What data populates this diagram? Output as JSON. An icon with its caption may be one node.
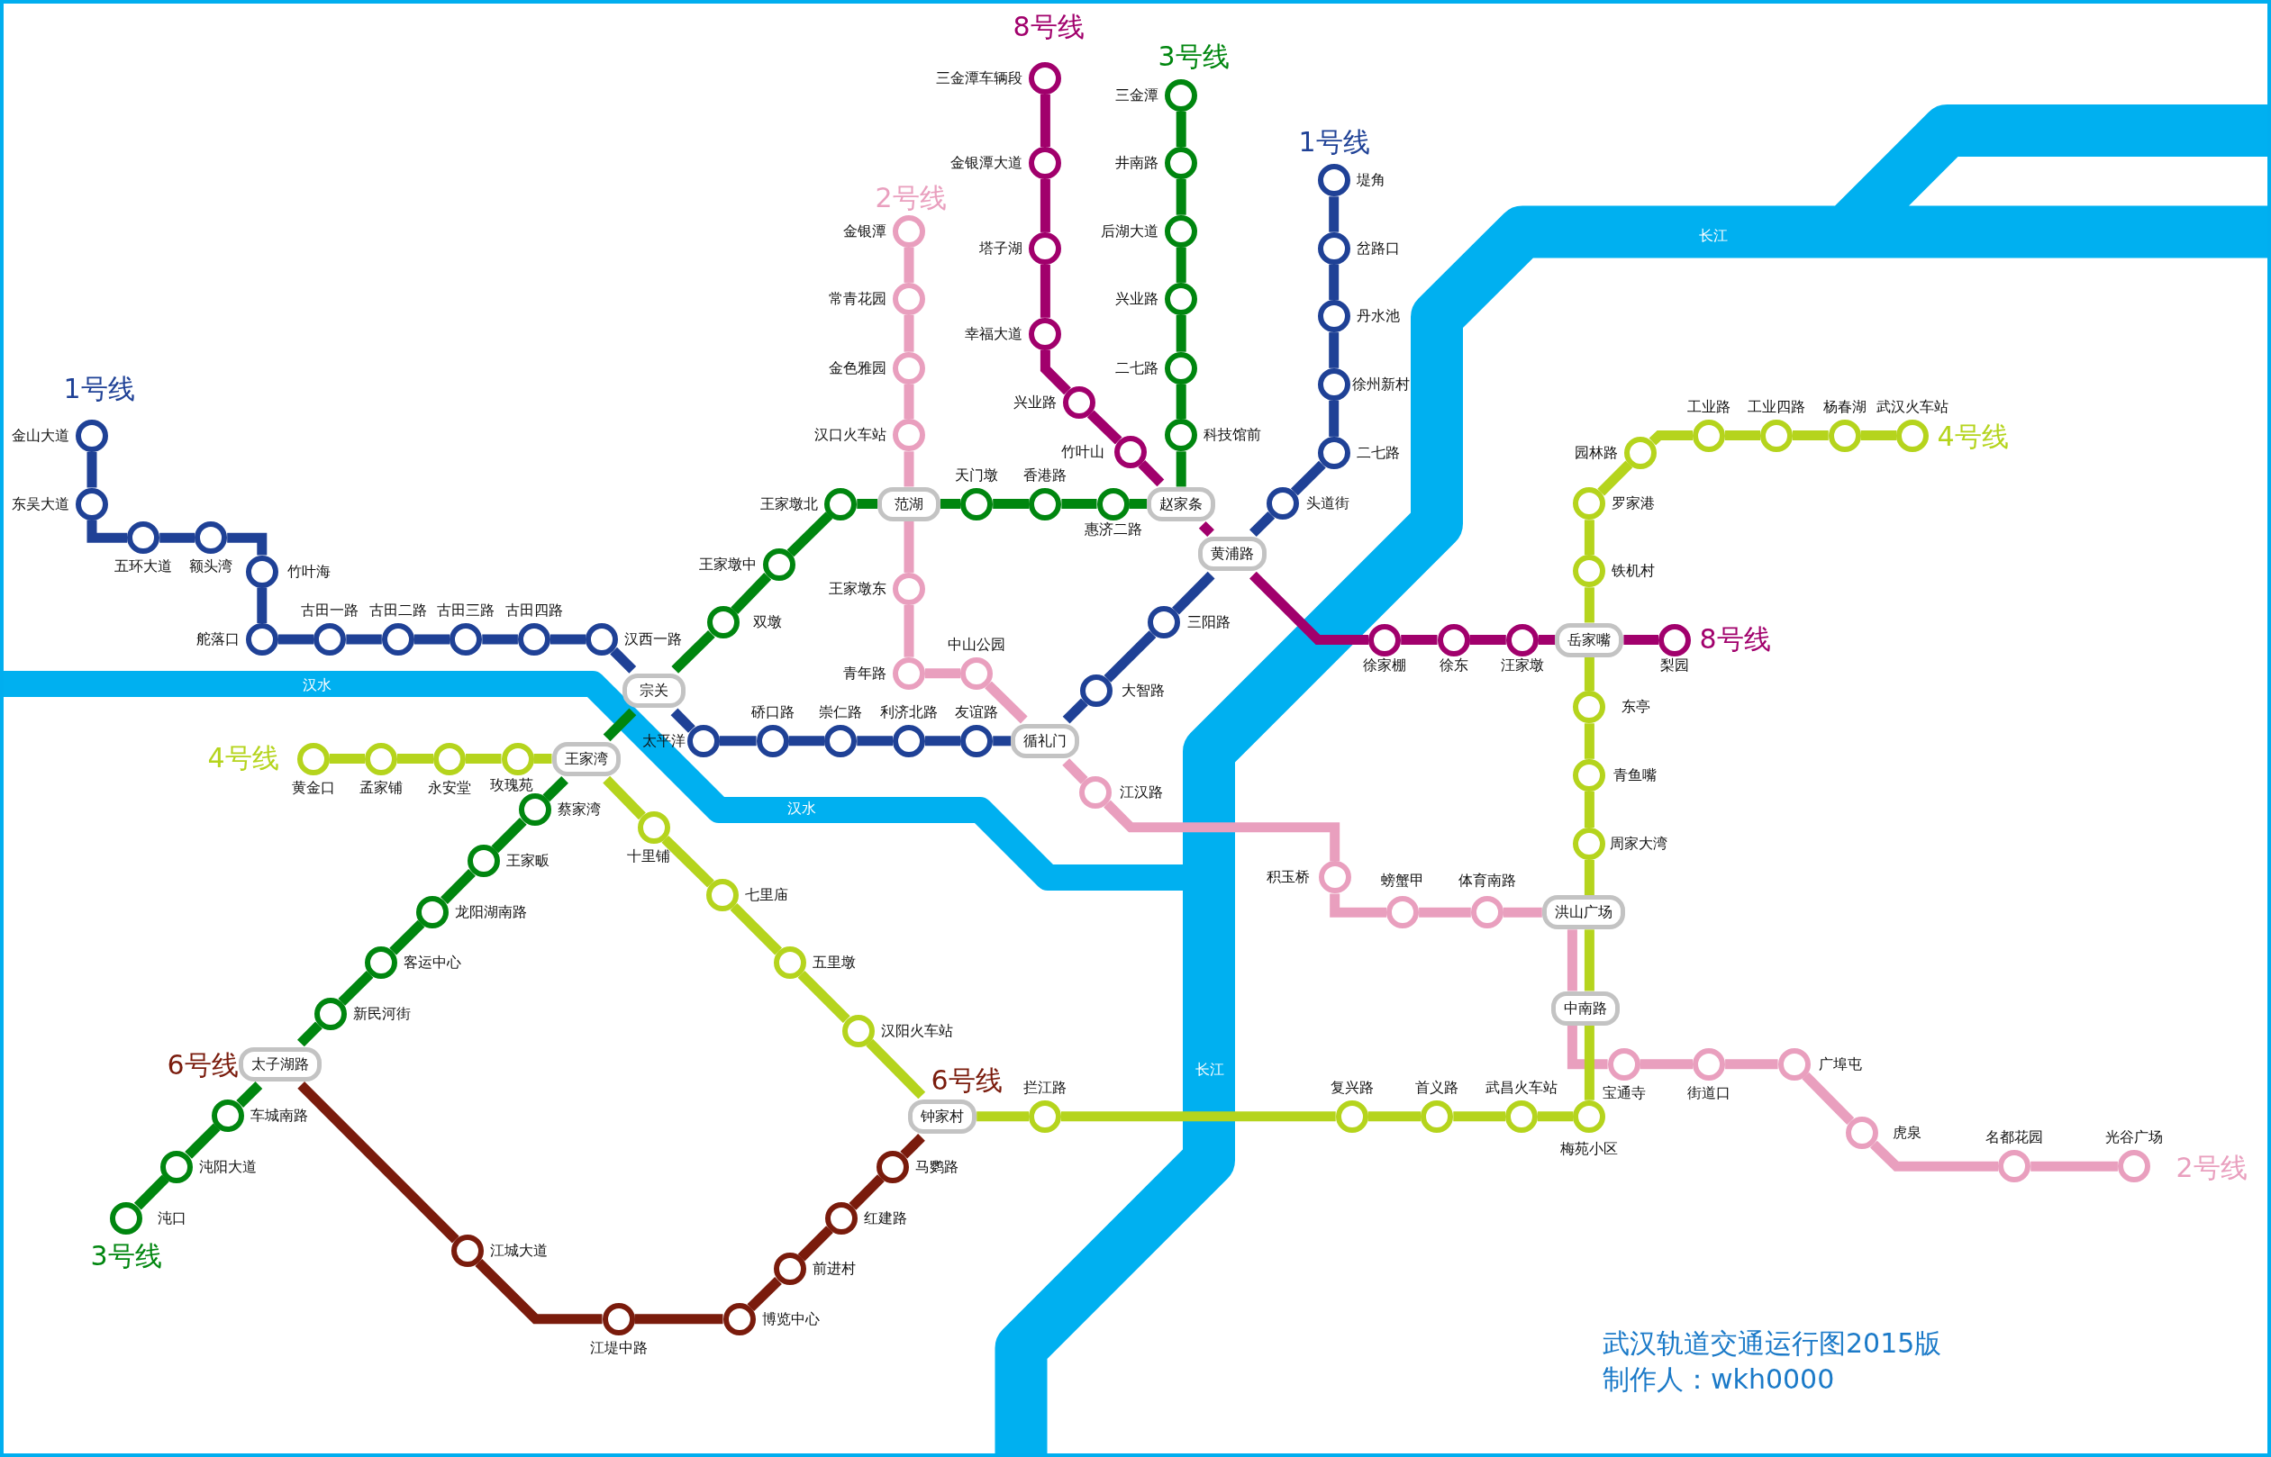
{
  "diagram": {
    "title": "武汉轨道交通运行图2015版",
    "nodes": [
      {
        "text": [],
        "shape": "circle",
        "beside": [
          "金山大道"
        ]
      },
      {
        "text": [],
        "shape": "circle",
        "beside": [
          "东吴大道"
        ]
      },
      {
        "text": [],
        "shape": "circle",
        "beside": [
          "五环大道"
        ]
      },
      {
        "text": [],
        "shape": "circle",
        "beside": [
          "额头湾"
        ]
      },
      {
        "text": [],
        "shape": "circle",
        "beside": [
          "竹叶海"
        ]
      },
      {
        "text": [],
        "shape": "circle",
        "beside": [
          "舵落口"
        ]
      },
      {
        "text": [],
        "shape": "circle",
        "beside": [
          "古田一路"
        ]
      },
      {
        "text": [],
        "shape": "circle",
        "beside": [
          "古田二路"
        ]
      },
      {
        "text": [],
        "shape": "circle",
        "beside": [
          "古田三路"
        ]
      },
      {
        "text": [],
        "shape": "circle",
        "beside": [
          "古田四路"
        ]
      },
      {
        "text": [],
        "shape": "circle",
        "beside": [
          "汉西一路"
        ]
      },
      {
        "text": [
          "宗关"
        ]
      },
      {
        "text": [],
        "shape": "circle",
        "beside": [
          "太平洋"
        ]
      },
      {
        "text": [],
        "shape": "circle",
        "beside": [
          "硚口路"
        ]
      },
      {
        "text": [],
        "shape": "circle",
        "beside": [
          "崇仁路"
        ]
      },
      {
        "text": [],
        "shape": "circle",
        "beside": [
          "利济北路"
        ]
      },
      {
        "text": [],
        "shape": "circle",
        "beside": [
          "友谊路"
        ]
      },
      {
        "text": [
          "循礼门"
        ]
      },
      {
        "text": [],
        "shape": "circle",
        "beside": [
          "大智路"
        ]
      },
      {
        "text": [],
        "shape": "circle",
        "beside": [
          "三阳路"
        ]
      },
      {
        "text": [
          "黄浦路"
        ]
      },
      {
        "text": [],
        "shape": "circle",
        "beside": [
          "头道街"
        ]
      },
      {
        "text": [],
        "shape": "circle",
        "beside": [
          "二七路"
        ]
      },
      {
        "text": [],
        "shape": "circle",
        "beside": [
          "徐州新村"
        ]
      },
      {
        "text": [],
        "shape": "circle",
        "beside": [
          "丹水池"
        ]
      },
      {
        "text": [],
        "shape": "circle",
        "beside": [
          "岔路口"
        ]
      },
      {
        "text": [],
        "shape": "circle",
        "beside": [
          "堤角"
        ]
      },
      {
        "text": [],
        "shape": "circle",
        "beside": [
          "金银潭"
        ]
      },
      {
        "text": [],
        "shape": "circle",
        "beside": [
          "常青花园"
        ]
      },
      {
        "text": [],
        "shape": "circle",
        "beside": [
          "金色雅园"
        ]
      },
      {
        "text": [],
        "shape": "circle",
        "beside": [
          "汉口火车站"
        ]
      },
      {
        "text": [
          "范湖"
        ]
      },
      {
        "text": [],
        "shape": "circle",
        "beside": [
          "王家墩东"
        ]
      },
      {
        "text": [],
        "shape": "circle",
        "beside": [
          "青年路"
        ]
      },
      {
        "text": [],
        "shape": "circle",
        "beside": [
          "中山公园"
        ]
      },
      {
        "text": [],
        "shape": "circle",
        "beside": [
          "江汉路"
        ]
      },
      {
        "text": [],
        "shape": "circle",
        "beside": [
          "积玉桥"
        ]
      },
      {
        "text": [],
        "shape": "circle",
        "beside": [
          "螃蟹甲"
        ]
      },
      {
        "text": [],
        "shape": "circle",
        "beside": [
          "体育南路"
        ]
      },
      {
        "text": [
          "洪山广场"
        ]
      },
      {
        "text": [
          "中南路"
        ]
      },
      {
        "text": [],
        "shape": "circle",
        "beside": [
          "宝通寺"
        ]
      },
      {
        "text": [],
        "shape": "circle",
        "beside": [
          "街道口"
        ]
      },
      {
        "text": [],
        "shape": "circle",
        "beside": [
          "广埠屯"
        ]
      },
      {
        "text": [],
        "shape": "circle",
        "beside": [
          "虎泉"
        ]
      },
      {
        "text": [],
        "shape": "circle",
        "beside": [
          "名都花园"
        ]
      },
      {
        "text": [],
        "shape": "circle",
        "beside": [
          "光谷广场"
        ]
      },
      {
        "text": [],
        "shape": "circle",
        "beside": [
          "三金潭"
        ]
      },
      {
        "text": [],
        "shape": "circle",
        "beside": [
          "井南路"
        ]
      },
      {
        "text": [],
        "shape": "circle",
        "beside": [
          "后湖大道"
        ]
      },
      {
        "text": [],
        "shape": "circle",
        "beside": [
          "兴业路"
        ]
      },
      {
        "text": [],
        "shape": "circle",
        "beside": [
          "二七路"
        ]
      },
      {
        "text": [],
        "shape": "circle",
        "beside": [
          "科技馆前"
        ]
      },
      {
        "text": [
          "赵家条"
        ]
      },
      {
        "text": [],
        "shape": "circle",
        "beside": [
          "惠济二路"
        ]
      },
      {
        "text": [],
        "shape": "circle",
        "beside": [
          "香港路"
        ]
      },
      {
        "text": [],
        "shape": "circle",
        "beside": [
          "天门墩"
        ]
      },
      {
        "text": [],
        "shape": "circle",
        "beside": [
          "王家墩北"
        ]
      },
      {
        "text": [],
        "shape": "circle",
        "beside": [
          "王家墩中"
        ]
      },
      {
        "text": [],
        "shape": "circle",
        "beside": [
          "双墩"
        ]
      },
      {
        "text": [
          "王家湾"
        ]
      },
      {
        "text": [],
        "shape": "circle",
        "beside": [
          "蔡家湾"
        ]
      },
      {
        "text": [],
        "shape": "circle",
        "beside": [
          "王家畈"
        ]
      },
      {
        "text": [],
        "shape": "circle",
        "beside": [
          "龙阳湖南路"
        ]
      },
      {
        "text": [],
        "shape": "circle",
        "beside": [
          "客运中心"
        ]
      },
      {
        "text": [],
        "shape": "circle",
        "beside": [
          "新民河街"
        ]
      },
      {
        "text": [
          "太子湖路"
        ]
      },
      {
        "text": [],
        "shape": "circle",
        "beside": [
          "车城南路"
        ]
      },
      {
        "text": [],
        "shape": "circle",
        "beside": [
          "沌阳大道"
        ]
      },
      {
        "text": [],
        "shape": "circle",
        "beside": [
          "沌口"
        ]
      },
      {
        "text": [],
        "shape": "circle",
        "beside": [
          "黄金口"
        ]
      },
      {
        "text": [],
        "shape": "circle",
        "beside": [
          "孟家铺"
        ]
      },
      {
        "text": [],
        "shape": "circle",
        "beside": [
          "永安堂"
        ]
      },
      {
        "text": [],
        "shape": "circle",
        "beside": [
          "玫瑰苑"
        ]
      },
      {
        "text": [],
        "shape": "circle",
        "beside": [
          "十里铺"
        ]
      },
      {
        "text": [],
        "shape": "circle",
        "beside": [
          "七里庙"
        ]
      },
      {
        "text": [],
        "shape": "circle",
        "beside": [
          "五里墩"
        ]
      },
      {
        "text": [],
        "shape": "circle",
        "beside": [
          "汉阳火车站"
        ]
      },
      {
        "text": [
          "钟家村"
        ]
      },
      {
        "text": [],
        "shape": "circle",
        "beside": [
          "拦江路"
        ]
      },
      {
        "text": [],
        "shape": "circle",
        "beside": [
          "复兴路"
        ]
      },
      {
        "text": [],
        "shape": "circle",
        "beside": [
          "首义路"
        ]
      },
      {
        "text": [],
        "shape": "circle",
        "beside": [
          "武昌火车站"
        ]
      },
      {
        "text": [],
        "shape": "circle",
        "beside": [
          "梅苑小区"
        ]
      },
      {
        "text": [],
        "shape": "circle",
        "beside": [
          "周家大湾"
        ]
      },
      {
        "text": [],
        "shape": "circle",
        "beside": [
          "青鱼嘴"
        ]
      },
      {
        "text": [],
        "shape": "circle",
        "beside": [
          "东亭"
        ]
      },
      {
        "text": [
          "岳家嘴"
        ]
      },
      {
        "text": [],
        "shape": "circle",
        "beside": [
          "铁机村"
        ]
      },
      {
        "text": [],
        "shape": "circle",
        "beside": [
          "罗家港"
        ]
      },
      {
        "text": [],
        "shape": "circle",
        "beside": [
          "园林路"
        ]
      },
      {
        "text": [],
        "shape": "circle",
        "beside": [
          "工业路"
        ]
      },
      {
        "text": [],
        "shape": "circle",
        "beside": [
          "工业四路"
        ]
      },
      {
        "text": [],
        "shape": "circle",
        "beside": [
          "杨春湖"
        ]
      },
      {
        "text": [],
        "shape": "circle",
        "beside": [
          "武汉火车站"
        ]
      },
      {
        "text": [],
        "shape": "circle",
        "beside": [
          "江城大道"
        ]
      },
      {
        "text": [],
        "shape": "circle",
        "beside": [
          "江堤中路"
        ]
      },
      {
        "text": [],
        "shape": "circle",
        "beside": [
          "博览中心"
        ]
      },
      {
        "text": [],
        "shape": "circle",
        "beside": [
          "前进村"
        ]
      },
      {
        "text": [],
        "shape": "circle",
        "beside": [
          "红建路"
        ]
      },
      {
        "text": [],
        "shape": "circle",
        "beside": [
          "马鹦路"
        ]
      },
      {
        "text": [],
        "shape": "circle",
        "beside": [
          "三金潭车辆段"
        ]
      },
      {
        "text": [],
        "shape": "circle",
        "beside": [
          "金银潭大道"
        ]
      },
      {
        "text": [],
        "shape": "circle",
        "beside": [
          "塔子湖"
        ]
      },
      {
        "text": [],
        "shape": "circle",
        "beside": [
          "幸福大道"
        ]
      },
      {
        "text": [],
        "shape": "circle",
        "beside": [
          "兴业路"
        ]
      },
      {
        "text": [],
        "shape": "circle",
        "beside": [
          "竹叶山"
        ]
      },
      {
        "text": [],
        "shape": "circle",
        "beside": [
          "徐家棚"
        ]
      },
      {
        "text": [],
        "shape": "circle",
        "beside": [
          "徐东"
        ]
      },
      {
        "text": [],
        "shape": "circle",
        "beside": [
          "汪家墩"
        ]
      },
      {
        "text": [],
        "shape": "circle",
        "beside": [
          "梨园"
        ]
      }
    ],
    "edges": [
      {
        "from": 0,
        "to": 1,
        "arrow": "none",
        "color": "#1f4196"
      },
      {
        "from": 1,
        "to": 2,
        "arrow": "none",
        "color": "#1f4196"
      },
      {
        "from": 2,
        "to": 3,
        "arrow": "none",
        "color": "#1f4196"
      },
      {
        "from": 3,
        "to": 4,
        "arrow": "none",
        "color": "#1f4196"
      },
      {
        "from": 4,
        "to": 5,
        "arrow": "none",
        "color": "#1f4196"
      },
      {
        "from": 5,
        "to": 6,
        "arrow": "none",
        "color": "#1f4196"
      },
      {
        "from": 6,
        "to": 7,
        "arrow": "none",
        "color": "#1f4196"
      },
      {
        "from": 7,
        "to": 8,
        "arrow": "none",
        "color": "#1f4196"
      },
      {
        "from": 8,
        "to": 9,
        "arrow": "none",
        "color": "#1f4196"
      },
      {
        "from": 9,
        "to": 10,
        "arrow": "none",
        "color": "#1f4196"
      },
      {
        "from": 10,
        "to": 11,
        "arrow": "none",
        "color": "#1f4196"
      },
      {
        "from": 11,
        "to": 12,
        "arrow": "none",
        "color": "#1f4196"
      },
      {
        "from": 12,
        "to": 13,
        "arrow": "none",
        "color": "#1f4196"
      },
      {
        "from": 13,
        "to": 14,
        "arrow": "none",
        "color": "#1f4196"
      },
      {
        "from": 14,
        "to": 15,
        "arrow": "none",
        "color": "#1f4196"
      },
      {
        "from": 15,
        "to": 16,
        "arrow": "none",
        "color": "#1f4196"
      },
      {
        "from": 16,
        "to": 17,
        "arrow": "none",
        "color": "#1f4196"
      },
      {
        "from": 17,
        "to": 18,
        "arrow": "none",
        "color": "#1f4196"
      },
      {
        "from": 18,
        "to": 19,
        "arrow": "none",
        "color": "#1f4196"
      },
      {
        "from": 19,
        "to": 20,
        "arrow": "none",
        "color": "#1f4196"
      },
      {
        "from": 20,
        "to": 21,
        "arrow": "none",
        "color": "#1f4196"
      },
      {
        "from": 21,
        "to": 22,
        "arrow": "none",
        "color": "#1f4196"
      },
      {
        "from": 22,
        "to": 23,
        "arrow": "none",
        "color": "#1f4196"
      },
      {
        "from": 23,
        "to": 24,
        "arrow": "none",
        "color": "#1f4196"
      },
      {
        "from": 24,
        "to": 25,
        "arrow": "none",
        "color": "#1f4196"
      },
      {
        "from": 25,
        "to": 26,
        "arrow": "none",
        "color": "#1f4196"
      },
      {
        "from": 27,
        "to": 28,
        "arrow": "none",
        "color": "#e99fbe"
      },
      {
        "from": 28,
        "to": 29,
        "arrow": "none",
        "color": "#e99fbe"
      },
      {
        "from": 29,
        "to": 30,
        "arrow": "none",
        "color": "#e99fbe"
      },
      {
        "from": 30,
        "to": 31,
        "arrow": "none",
        "color": "#e99fbe"
      },
      {
        "from": 31,
        "to": 32,
        "arrow": "none",
        "color": "#e99fbe"
      },
      {
        "from": 32,
        "to": 33,
        "arrow": "none",
        "color": "#e99fbe"
      },
      {
        "from": 33,
        "to": 34,
        "arrow": "none",
        "color": "#e99fbe"
      },
      {
        "from": 34,
        "to": 17,
        "arrow": "none",
        "color": "#e99fbe"
      },
      {
        "from": 17,
        "to": 35,
        "arrow": "none",
        "color": "#e99fbe"
      },
      {
        "from": 35,
        "to": 36,
        "arrow": "none",
        "color": "#e99fbe"
      },
      {
        "from": 36,
        "to": 37,
        "arrow": "none",
        "color": "#e99fbe"
      },
      {
        "from": 37,
        "to": 38,
        "arrow": "none",
        "color": "#e99fbe"
      },
      {
        "from": 38,
        "to": 39,
        "arrow": "none",
        "color": "#e99fbe"
      },
      {
        "from": 39,
        "to": 40,
        "arrow": "none",
        "color": "#e99fbe"
      },
      {
        "from": 40,
        "to": 41,
        "arrow": "none",
        "color": "#e99fbe"
      },
      {
        "from": 41,
        "to": 42,
        "arrow": "none",
        "color": "#e99fbe"
      },
      {
        "from": 42,
        "to": 43,
        "arrow": "none",
        "color": "#e99fbe"
      },
      {
        "from": 43,
        "to": 44,
        "arrow": "none",
        "color": "#e99fbe"
      },
      {
        "from": 44,
        "to": 45,
        "arrow": "none",
        "color": "#e99fbe"
      },
      {
        "from": 45,
        "to": 46,
        "arrow": "none",
        "color": "#e99fbe"
      },
      {
        "from": 47,
        "to": 48,
        "arrow": "none",
        "color": "#00860f"
      },
      {
        "from": 48,
        "to": 49,
        "arrow": "none",
        "color": "#00860f"
      },
      {
        "from": 49,
        "to": 50,
        "arrow": "none",
        "color": "#00860f"
      },
      {
        "from": 50,
        "to": 51,
        "arrow": "none",
        "color": "#00860f"
      },
      {
        "from": 51,
        "to": 52,
        "arrow": "none",
        "color": "#00860f"
      },
      {
        "from": 52,
        "to": 53,
        "arrow": "none",
        "color": "#00860f"
      },
      {
        "from": 53,
        "to": 54,
        "arrow": "none",
        "color": "#00860f"
      },
      {
        "from": 54,
        "to": 55,
        "arrow": "none",
        "color": "#00860f"
      },
      {
        "from": 55,
        "to": 56,
        "arrow": "none",
        "color": "#00860f"
      },
      {
        "from": 56,
        "to": 31,
        "arrow": "none",
        "color": "#00860f"
      },
      {
        "from": 31,
        "to": 57,
        "arrow": "none",
        "color": "#00860f"
      },
      {
        "from": 57,
        "to": 58,
        "arrow": "none",
        "color": "#00860f"
      },
      {
        "from": 58,
        "to": 59,
        "arrow": "none",
        "color": "#00860f"
      },
      {
        "from": 59,
        "to": 11,
        "arrow": "none",
        "color": "#00860f"
      },
      {
        "from": 11,
        "to": 60,
        "arrow": "none",
        "color": "#00860f"
      },
      {
        "from": 60,
        "to": 61,
        "arrow": "none",
        "color": "#00860f"
      },
      {
        "from": 61,
        "to": 62,
        "arrow": "none",
        "color": "#00860f"
      },
      {
        "from": 62,
        "to": 63,
        "arrow": "none",
        "color": "#00860f"
      },
      {
        "from": 63,
        "to": 64,
        "arrow": "none",
        "color": "#00860f"
      },
      {
        "from": 64,
        "to": 65,
        "arrow": "none",
        "color": "#00860f"
      },
      {
        "from": 65,
        "to": 66,
        "arrow": "none",
        "color": "#00860f"
      },
      {
        "from": 66,
        "to": 67,
        "arrow": "none",
        "color": "#00860f"
      },
      {
        "from": 67,
        "to": 68,
        "arrow": "none",
        "color": "#00860f"
      },
      {
        "from": 68,
        "to": 69,
        "arrow": "none",
        "color": "#00860f"
      },
      {
        "from": 70,
        "to": 71,
        "arrow": "none",
        "color": "#b5d41d"
      },
      {
        "from": 71,
        "to": 72,
        "arrow": "none",
        "color": "#b5d41d"
      },
      {
        "from": 72,
        "to": 73,
        "arrow": "none",
        "color": "#b5d41d"
      },
      {
        "from": 73,
        "to": 60,
        "arrow": "none",
        "color": "#b5d41d"
      },
      {
        "from": 60,
        "to": 74,
        "arrow": "none",
        "color": "#b5d41d"
      },
      {
        "from": 74,
        "to": 75,
        "arrow": "none",
        "color": "#b5d41d"
      },
      {
        "from": 75,
        "to": 76,
        "arrow": "none",
        "color": "#b5d41d"
      },
      {
        "from": 76,
        "to": 77,
        "arrow": "none",
        "color": "#b5d41d"
      },
      {
        "from": 77,
        "to": 78,
        "arrow": "none",
        "color": "#b5d41d"
      },
      {
        "from": 78,
        "to": 79,
        "arrow": "none",
        "color": "#b5d41d"
      },
      {
        "from": 79,
        "to": 80,
        "arrow": "none",
        "color": "#b5d41d"
      },
      {
        "from": 80,
        "to": 81,
        "arrow": "none",
        "color": "#b5d41d"
      },
      {
        "from": 81,
        "to": 82,
        "arrow": "none",
        "color": "#b5d41d"
      },
      {
        "from": 82,
        "to": 83,
        "arrow": "none",
        "color": "#b5d41d"
      },
      {
        "from": 83,
        "to": 40,
        "arrow": "none",
        "color": "#b5d41d"
      },
      {
        "from": 40,
        "to": 39,
        "arrow": "none",
        "color": "#b5d41d"
      },
      {
        "from": 39,
        "to": 84,
        "arrow": "none",
        "color": "#b5d41d"
      },
      {
        "from": 84,
        "to": 85,
        "arrow": "none",
        "color": "#b5d41d"
      },
      {
        "from": 85,
        "to": 86,
        "arrow": "none",
        "color": "#b5d41d"
      },
      {
        "from": 86,
        "to": 87,
        "arrow": "none",
        "color": "#b5d41d"
      },
      {
        "from": 87,
        "to": 88,
        "arrow": "none",
        "color": "#b5d41d"
      },
      {
        "from": 88,
        "to": 89,
        "arrow": "none",
        "color": "#b5d41d"
      },
      {
        "from": 89,
        "to": 90,
        "arrow": "none",
        "color": "#b5d41d"
      },
      {
        "from": 90,
        "to": 91,
        "arrow": "none",
        "color": "#b5d41d"
      },
      {
        "from": 91,
        "to": 92,
        "arrow": "none",
        "color": "#b5d41d"
      },
      {
        "from": 92,
        "to": 93,
        "arrow": "none",
        "color": "#b5d41d"
      },
      {
        "from": 93,
        "to": 94,
        "arrow": "none",
        "color": "#b5d41d"
      },
      {
        "from": 66,
        "to": 95,
        "arrow": "none",
        "color": "#7a1b0c"
      },
      {
        "from": 95,
        "to": 96,
        "arrow": "none",
        "color": "#7a1b0c"
      },
      {
        "from": 96,
        "to": 97,
        "arrow": "none",
        "color": "#7a1b0c"
      },
      {
        "from": 97,
        "to": 98,
        "arrow": "none",
        "color": "#7a1b0c"
      },
      {
        "from": 98,
        "to": 99,
        "arrow": "none",
        "color": "#7a1b0c"
      },
      {
        "from": 99,
        "to": 100,
        "arrow": "none",
        "color": "#7a1b0c"
      },
      {
        "from": 100,
        "to": 78,
        "arrow": "none",
        "color": "#7a1b0c"
      },
      {
        "from": 101,
        "to": 102,
        "arrow": "none",
        "color": "#a1006c"
      },
      {
        "from": 102,
        "to": 103,
        "arrow": "none",
        "color": "#a1006c"
      },
      {
        "from": 103,
        "to": 104,
        "arrow": "none",
        "color": "#a1006c"
      },
      {
        "from": 104,
        "to": 105,
        "arrow": "none",
        "color": "#a1006c"
      },
      {
        "from": 105,
        "to": 106,
        "arrow": "none",
        "color": "#a1006c"
      },
      {
        "from": 106,
        "to": 53,
        "arrow": "none",
        "color": "#a1006c"
      },
      {
        "from": 53,
        "to": 20,
        "arrow": "none",
        "color": "#a1006c"
      },
      {
        "from": 20,
        "to": 107,
        "arrow": "none",
        "color": "#a1006c"
      },
      {
        "from": 107,
        "to": 108,
        "arrow": "none",
        "color": "#a1006c"
      },
      {
        "from": 108,
        "to": 109,
        "arrow": "none",
        "color": "#a1006c"
      },
      {
        "from": 109,
        "to": 87,
        "arrow": "none",
        "color": "#a1006c"
      },
      {
        "from": 87,
        "to": 110,
        "arrow": "none",
        "color": "#a1006c"
      }
    ],
    "labels": [
      "8号线",
      "3号线",
      "1号线",
      "2号线",
      "长江",
      "1号线",
      "4号线",
      "8号线",
      "汉水",
      "4号线",
      "汉水",
      "6号线",
      "长江",
      "6号线",
      "2号线",
      "3号线",
      "制作人：wkh0000"
    ]
  }
}
